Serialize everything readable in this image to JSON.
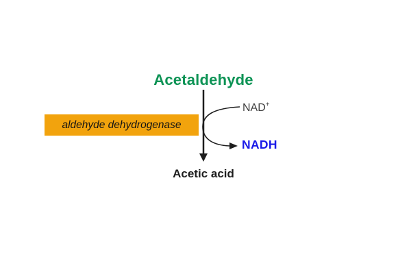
{
  "diagram": {
    "substrate": "Acetaldehyde",
    "product": "Acetic acid",
    "enzyme": "aldehyde dehydrogenase",
    "cofactor_in": {
      "name": "NAD",
      "charge": "+"
    },
    "cofactor_out": "NADH"
  },
  "colors": {
    "substrate_green": "#0D9355",
    "enzyme_box_orange": "#F2A30D",
    "enzyme_text_black": "#141414",
    "cofactor_in_gray": "#3F3F3F",
    "cofactor_out_blue": "#1A1AE8",
    "arrow_black": "#1D1D1D",
    "background": "#FFFFFF"
  }
}
